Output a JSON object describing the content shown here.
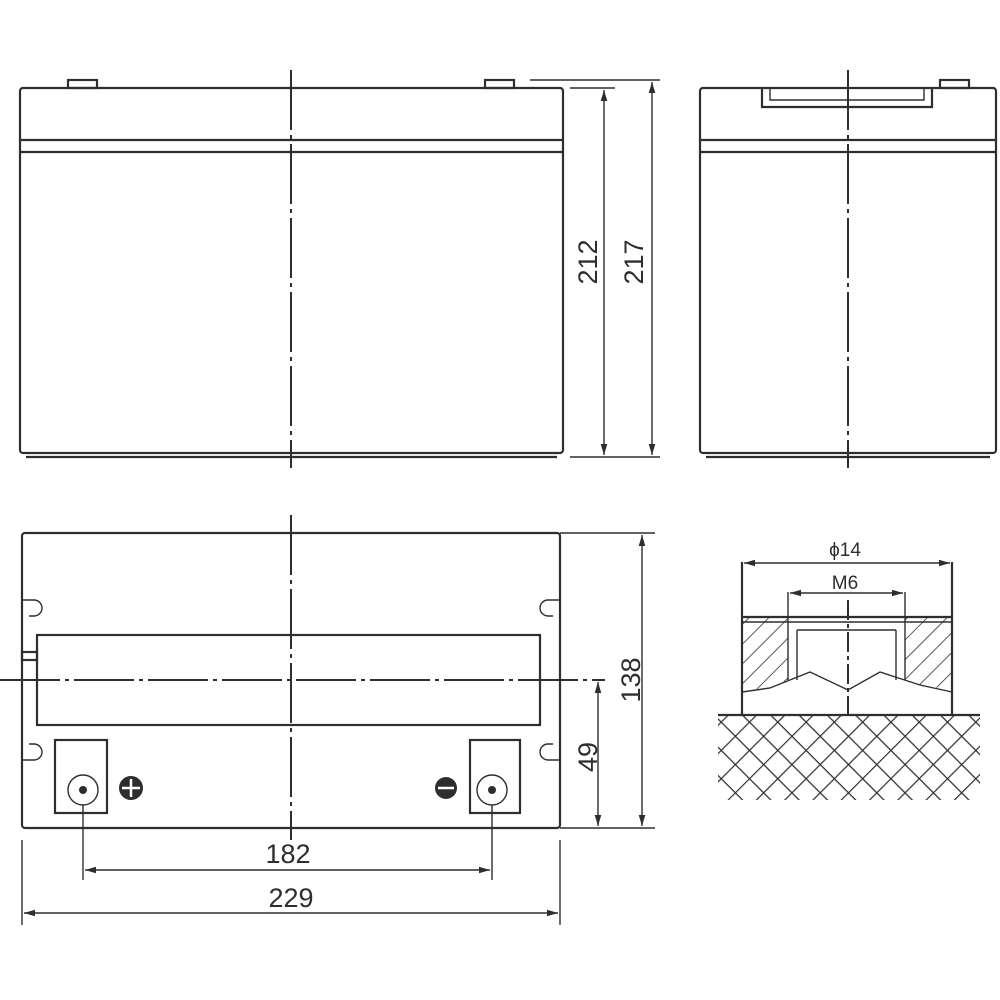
{
  "dimensions": {
    "front_height_body": "212",
    "front_height_total": "217",
    "top_depth": "138",
    "terminal_height": "49",
    "terminal_spacing": "182",
    "length": "229",
    "terminal_diameter": "ϕ14",
    "terminal_thread": "M6"
  },
  "icons": {
    "positive": "plus-terminal-icon",
    "negative": "minus-terminal-icon"
  },
  "colors": {
    "line": "#2e2e2e"
  }
}
